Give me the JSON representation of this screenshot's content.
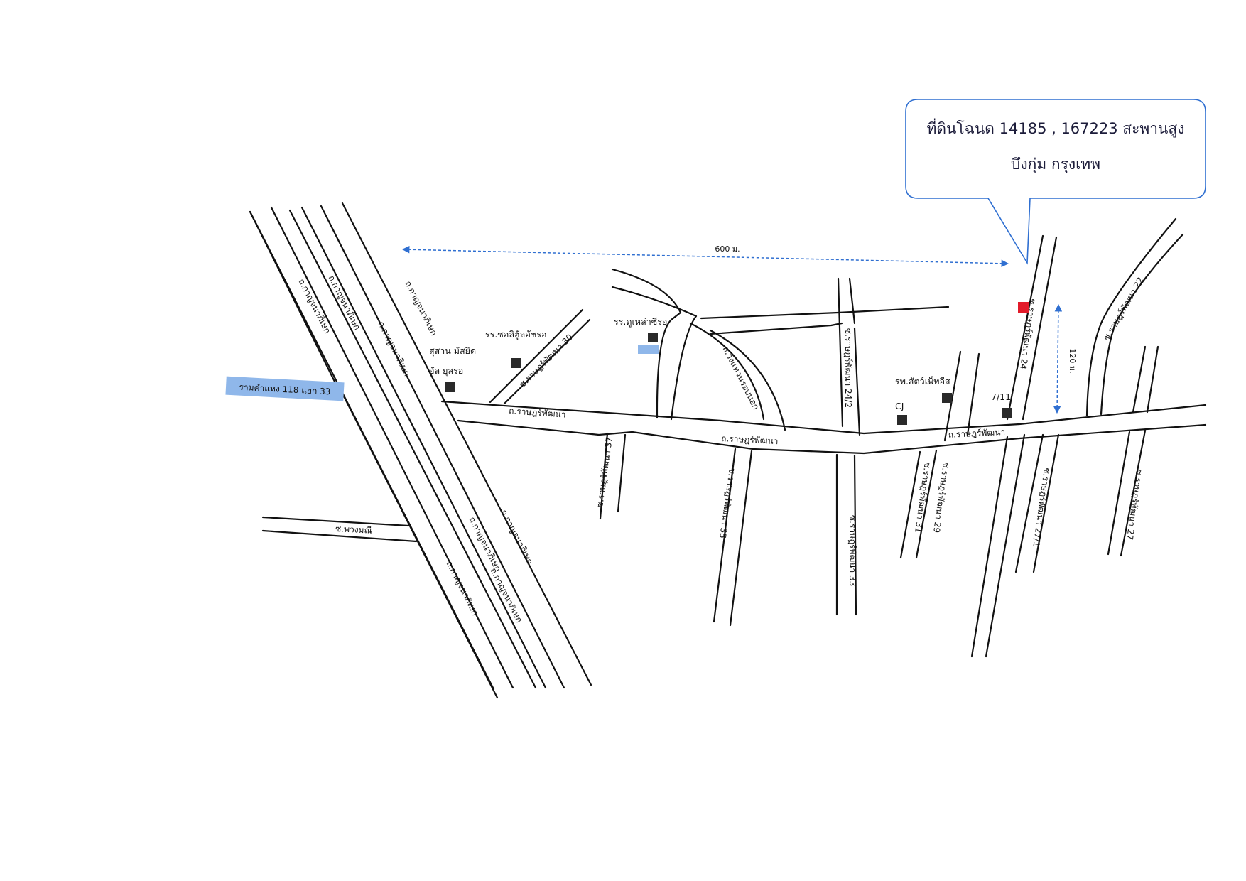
{
  "callout": {
    "line1": "ที่ดินโฉนด 14185 , 167223 สะพานสูง",
    "line2": "บึงกุ่ม กรุงเทพ"
  },
  "dimensions": {
    "horizontal": "600 ม.",
    "vertical": "120 ม."
  },
  "roads": {
    "kanchana_1": "ถ.กาญจนาภิเษก",
    "kanchana_2": "ถ.กาญจนาภิเษก",
    "kanchana_3": "ถ.กาญจนาภิเษก",
    "kanchana_4": "ถ.กาญจนาภิเษก",
    "kanchana_5": "ถ.กาญจนาภิเษก",
    "kanchana_6": "ถ.กาญจนาภิเษก",
    "kanchana_7": "ถ.กาญจนาภิเษก",
    "kanchana_8": "ถ.กาญจนาภิเษก",
    "ratpattana_1": "ถ.ราษฎร์พัฒนา",
    "ratpattana_2": "ถ.ราษฎร์พัฒนา",
    "ratpattana_3": "ถ.ราษฎร์พัฒนา",
    "soi_30": "ซ.ราษฎร์พัฒนา 30",
    "soi_37": "ซ.ราษฎร์พัฒนา 37",
    "soi_35": "ซ.ราษฎร์พัฒนา 35",
    "soi_33": "ซ.ราษฎร์พัฒนา 33",
    "soi_31": "ซ.ราษฎร์พัฒนา 31",
    "soi_29": "ซ.ราษฎร์พัฒนา 29",
    "soi_27": "ซ.ราษฎร์พัฒนา 27/1",
    "soi_24": "ซ.ราษฎร์พัฒนา 24",
    "soi_24_2": "ซ.ราษฎร์พัฒนา 24/2",
    "soi_22": "ซ.ราษฎร์พัฒนา 22",
    "soi_27b": "ซ.ราษฎร์พัฒนา 27",
    "wongwaen": "ถ.วงแหวนรอบนอก",
    "puangmani": "ซ.พวงมณี",
    "ramkhamhaeng": "รามคำแหง 118 แยก 33"
  },
  "pois": {
    "cemetery_line1": "สุสาน มัสยิด",
    "cemetery_line2": "อัล ยุสรอ",
    "school_1": "รร.ซอลิฮู้ลอัซรอ",
    "school_2": "รร.ดูเหล่าซีรอ",
    "vet": "รพ.สัตว์เพ็ทอีส",
    "cj": "CJ",
    "seven": "7/11"
  },
  "colors": {
    "accent_blue": "#2f6fd1",
    "target_red": "#e21b2a",
    "highlight_blue": "#8fb7ea",
    "poi_marker": "#2a2a2a",
    "callout_border": "#2f6fd1"
  }
}
